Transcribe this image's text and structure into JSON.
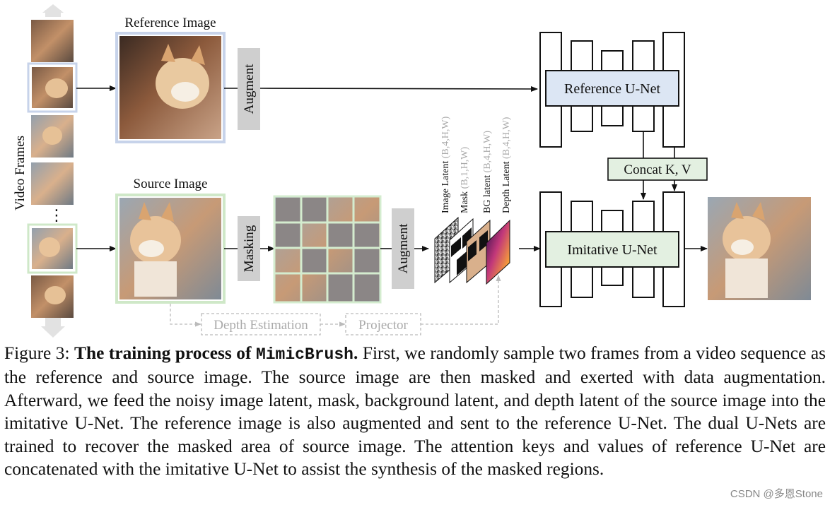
{
  "diagram": {
    "video_frames_label": "Video Frames",
    "reference_image_label": "Reference Image",
    "source_image_label": "Source Image",
    "augment_label": "Augment",
    "masking_label": "Masking",
    "reference_unet_label": "Reference U-Net",
    "imitative_unet_label": "Imitative U-Net",
    "concat_label": "Concat K, V",
    "depth_estimation_label": "Depth Estimation",
    "projector_label": "Projector",
    "ellipsis": "⋮",
    "latents": [
      {
        "name": "Image Latent",
        "shape": "(B,4,H,W)"
      },
      {
        "name": "Mask",
        "shape": "(B,1,H,W)"
      },
      {
        "name": "BG latent",
        "shape": "(B,4,H,W)"
      },
      {
        "name": "Depth Latent",
        "shape": "(B,4,H,W)"
      }
    ],
    "colors": {
      "reference_border": "#c7d3ea",
      "reference_fill": "#dce6f4",
      "source_border": "#cfe8c8",
      "imitative_fill": "#e3f0e1",
      "concat_fill": "#e3f0e1",
      "gray_box": "#cfcfcf",
      "dashed": "#bbbbbb"
    }
  },
  "caption": {
    "figure_num": "Figure 3: ",
    "bold_prefix": "The training process of ",
    "mono_name": "MimicBrush",
    "bold_period": ".",
    "body": " First, we randomly sample two frames from a video sequence as the reference and source image. The source image are then masked and exerted with data augmentation. Afterward, we feed the noisy image latent, mask, background latent, and depth latent of the source image into the imitative U-Net. The reference image is also augmented and sent to the reference U-Net. The dual U-Nets are trained to recover the masked area of source image. The attention keys and values of reference U-Net are concatenated with the imitative U-Net to assist the synthesis of the masked regions."
  },
  "watermark": "CSDN @多恩Stone"
}
